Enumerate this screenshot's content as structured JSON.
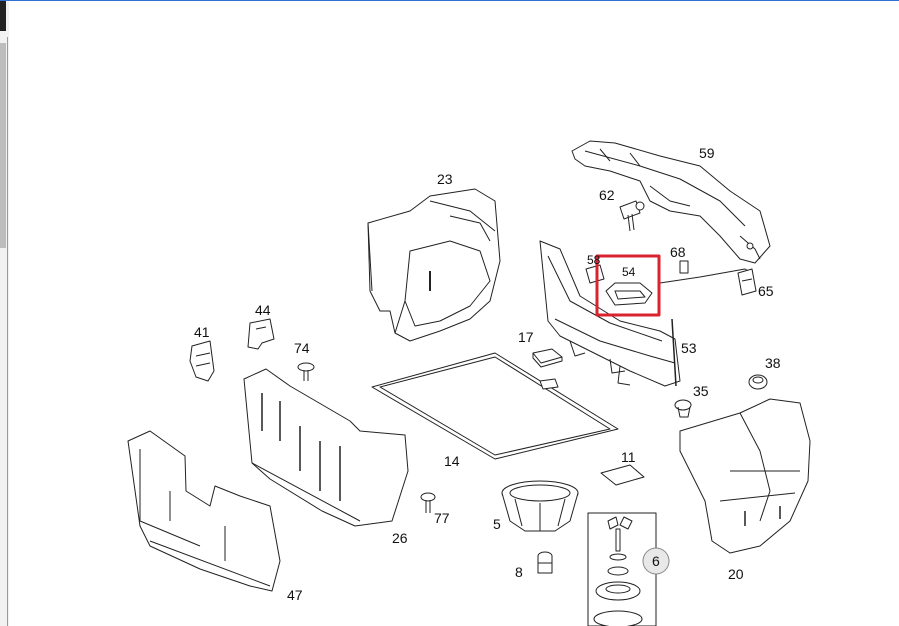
{
  "diagram": {
    "part_numbers": [
      "59",
      "62",
      "23",
      "58",
      "54",
      "68",
      "65",
      "44",
      "41",
      "74",
      "17",
      "53",
      "38",
      "35",
      "14",
      "11",
      "6",
      "20",
      "77",
      "5",
      "26",
      "8",
      "47"
    ],
    "highlighted_part": "54",
    "highlight_color": "#d9232e"
  }
}
